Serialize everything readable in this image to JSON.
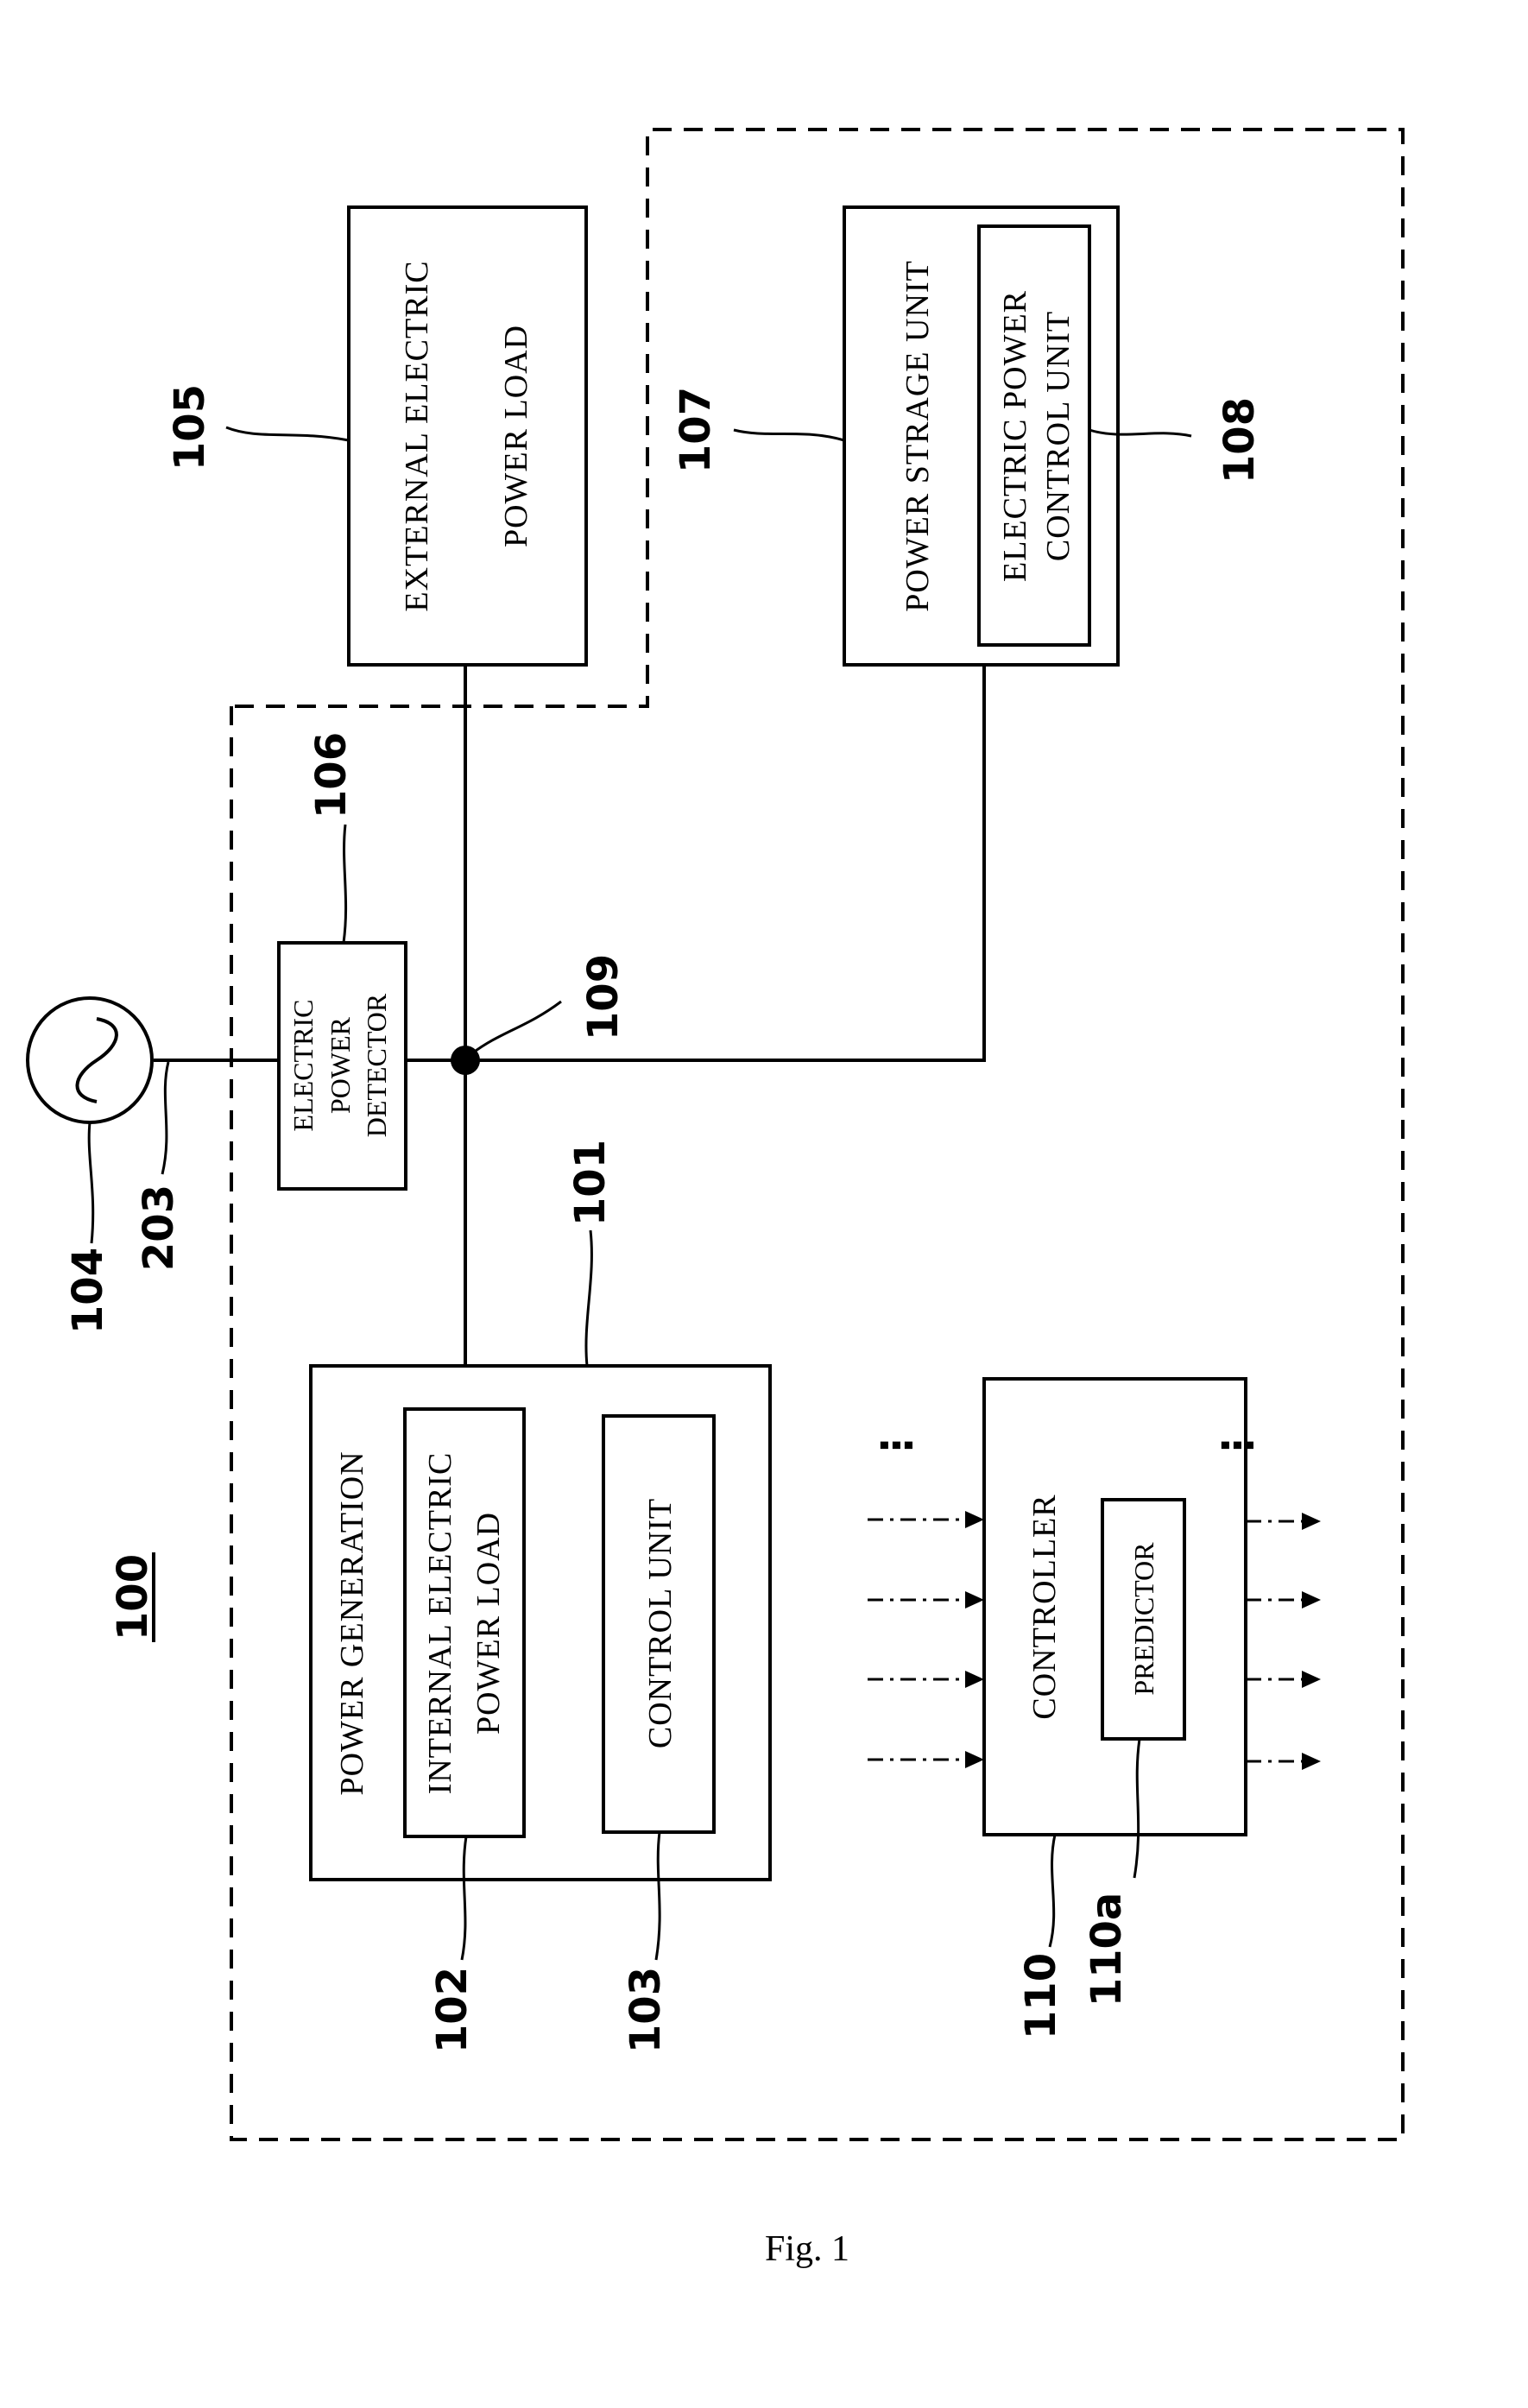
{
  "refs": {
    "system": "100",
    "power_generation": "101",
    "internal_load": "102",
    "control_unit": "103",
    "grid_source": "104",
    "external_load": "105",
    "power_detector": "106",
    "power_storage": "107",
    "power_control_unit": "108",
    "junction": "109",
    "controller": "110",
    "predictor": "110a",
    "grid_line": "203"
  },
  "labels": {
    "external_load_1": "EXTERNAL ELECTRIC",
    "external_load_2": "POWER LOAD",
    "power_storage": "POWER STRAGE UNIT",
    "power_control_1": "ELECTRIC POWER",
    "power_control_2": "CONTROL UNIT",
    "detector_1": "ELECTRIC",
    "detector_2": "POWER",
    "detector_3": "DETECTOR",
    "power_generation": "POWER GENERATION",
    "internal_load_1": "INTERNAL ELECTRIC",
    "internal_load_2": "POWER LOAD",
    "control_unit": "CONTROL UNIT",
    "controller": "CONTROLLER",
    "predictor": "PREDICTOR",
    "ellipsis_in": "⋮",
    "ellipsis_out": "⋮"
  },
  "caption": "Fig. 1"
}
